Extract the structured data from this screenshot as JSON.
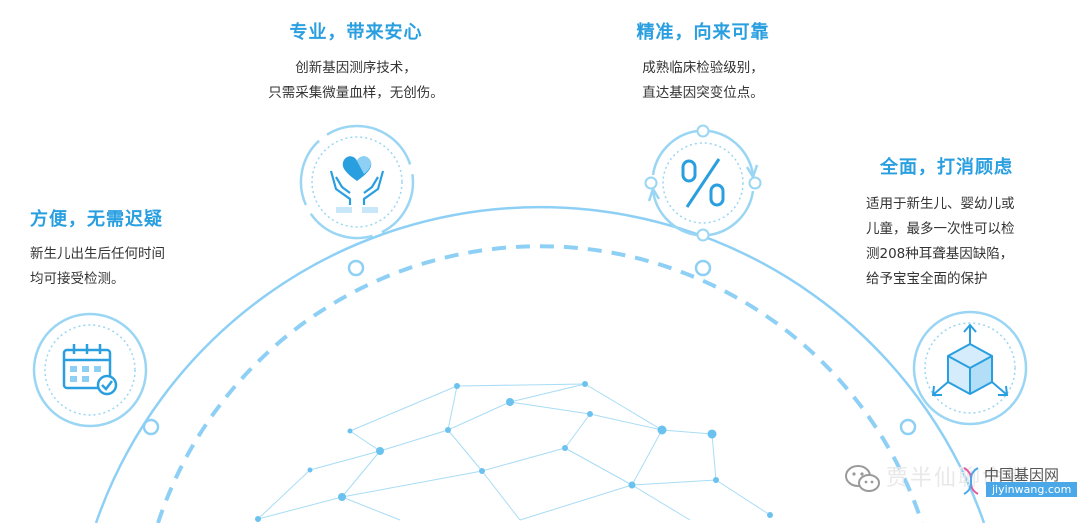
{
  "colors": {
    "accent": "#2a9fe0",
    "line": "#8ed0f5",
    "text": "#333333"
  },
  "features": [
    {
      "id": "convenient",
      "title": "方便，无需迟疑",
      "lines": [
        "新生儿出生后任何时间",
        "均可接受检测。"
      ],
      "icon": "calendar-check-icon"
    },
    {
      "id": "professional",
      "title": "专业，带来安心",
      "lines": [
        "创新基因测序技术，",
        "只需采集微量血样，无创伤。"
      ],
      "icon": "hands-heart-icon"
    },
    {
      "id": "accurate",
      "title": "精准，向来可靠",
      "lines": [
        "成熟临床检验级别，",
        "直达基因突变位点。"
      ],
      "icon": "percent-cycle-icon"
    },
    {
      "id": "comprehensive",
      "title": "全面，打消顾虑",
      "lines": [
        "适用于新生儿、婴幼儿或",
        "儿童，最多一次性可以检",
        "测208种耳聋基因缺陷，",
        "给予宝宝全面的保护"
      ],
      "icon": "cube-icon"
    }
  ],
  "watermark": {
    "account": "贾半仙聊命斯",
    "site": "中国基因网",
    "url": "jiyinwang.com"
  }
}
